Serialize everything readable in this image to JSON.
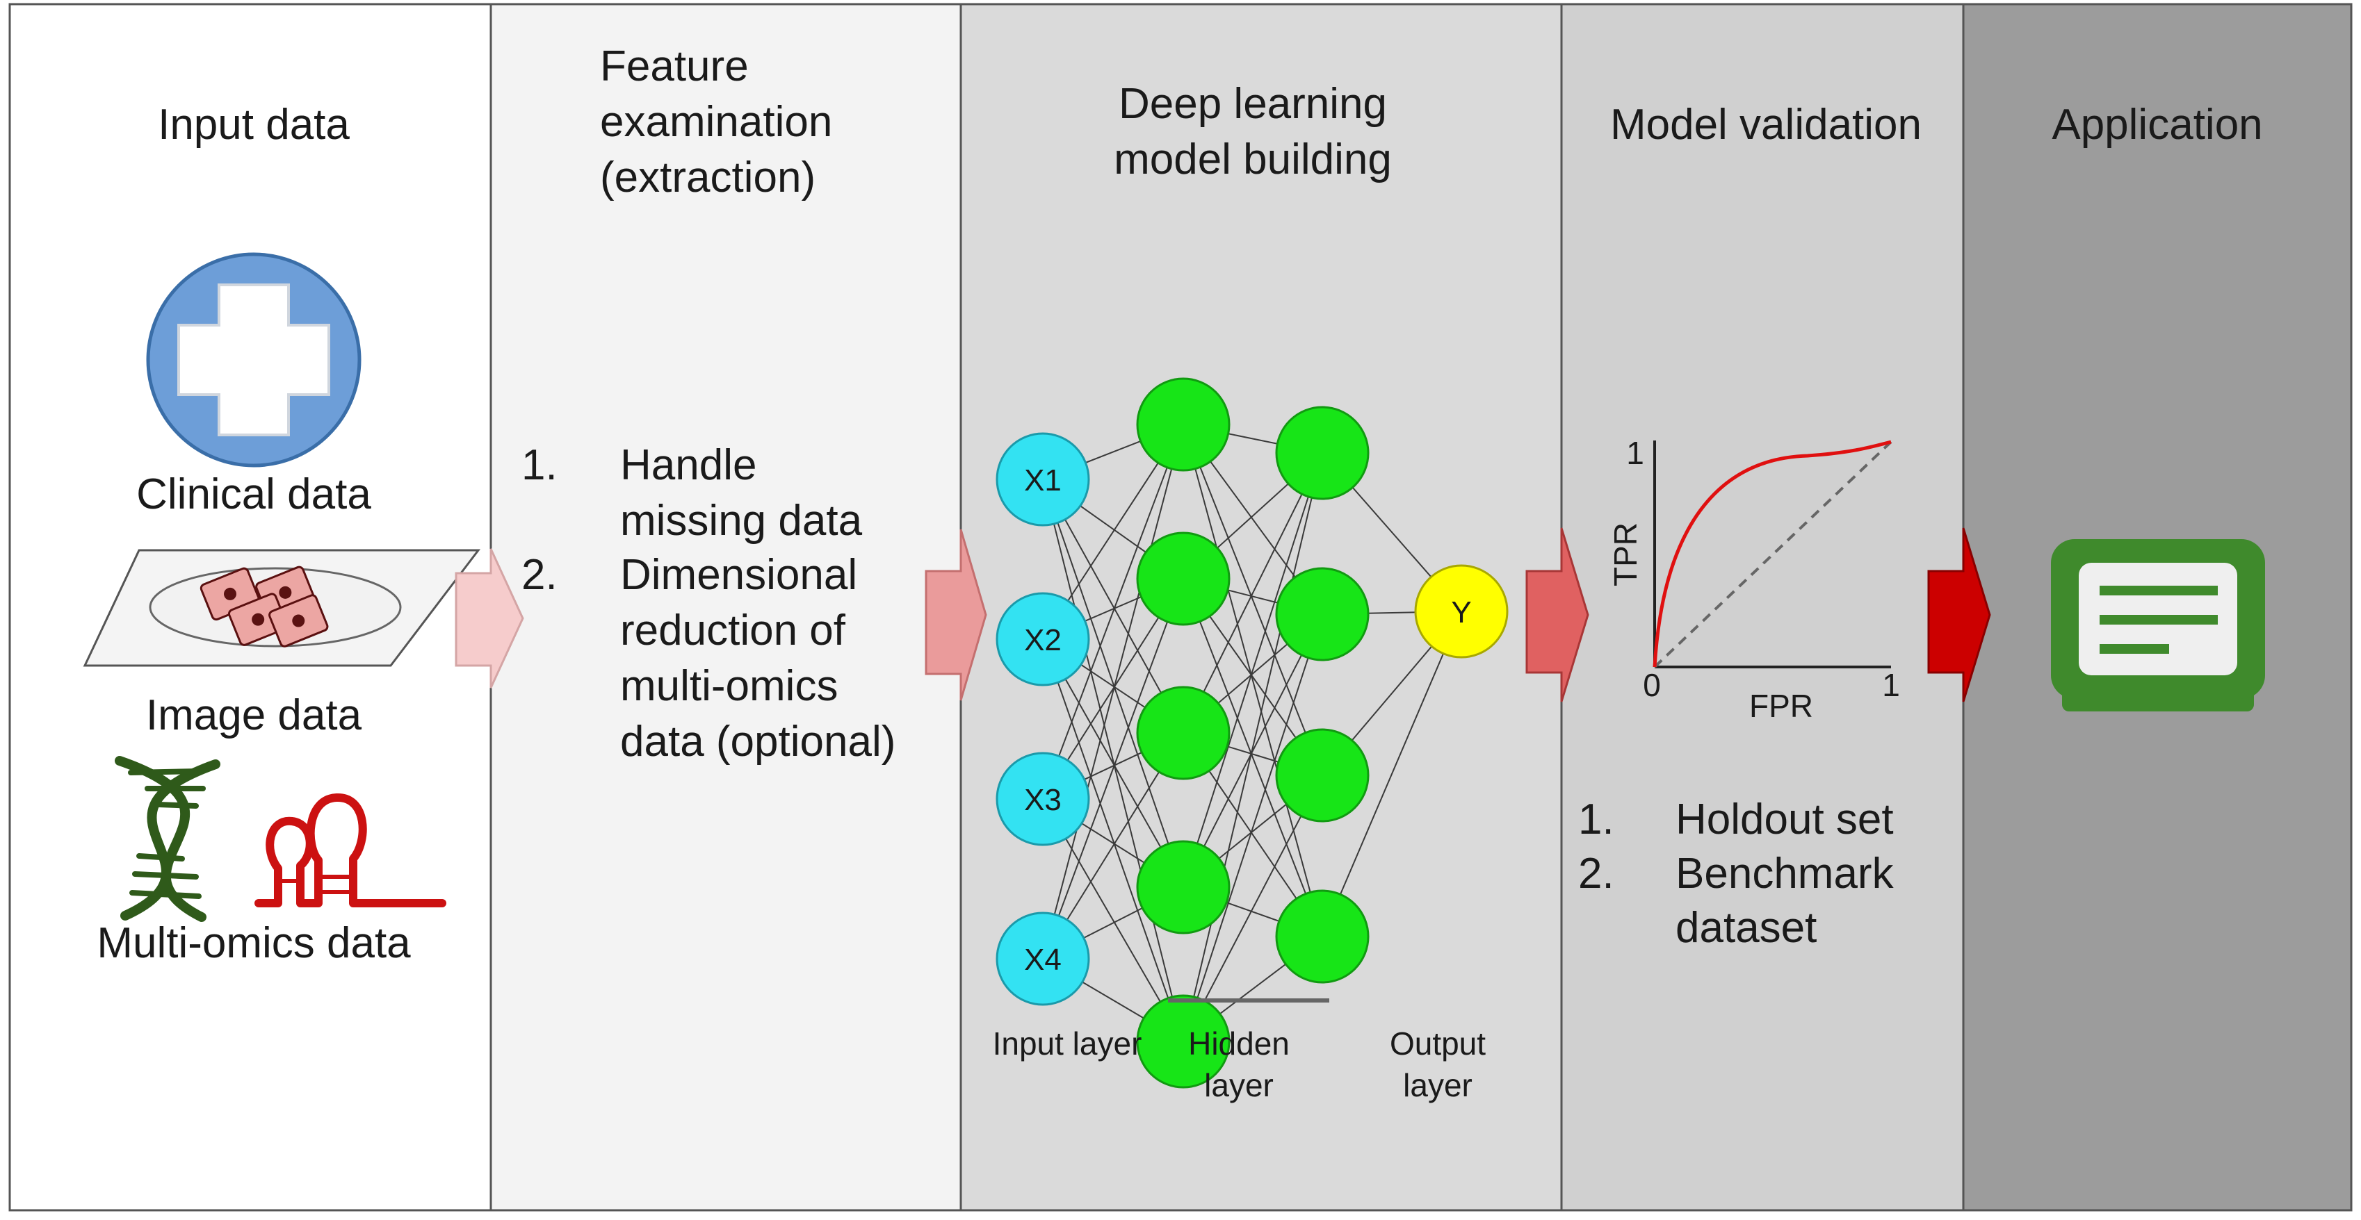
{
  "colors": {
    "panel_input": "#ffffff",
    "panel_feature": "#f3f3f3",
    "panel_model": "#dadada",
    "panel_validation": "#d0d0d0",
    "panel_application": "#9c9c9c",
    "panel_border": "#555555",
    "input_node": "#33e2f2",
    "hidden_node": "#17e517",
    "output_node": "#ffff00",
    "clinical_circle": "#6d9ed8",
    "dna": "#2f5a1a",
    "rna": "#cc1111",
    "roc_curve": "#e01010",
    "monitor": "#3f8a2c",
    "arrow_1": "#f6cccc",
    "arrow_2": "#ea9b9b",
    "arrow_3": "#e06161",
    "arrow_4": "#cc0000"
  },
  "panels": {
    "input": {
      "title": "Input data",
      "clinical_label": "Clinical data",
      "image_label": "Image data",
      "omics_label": "Multi-omics data",
      "icons": [
        "medical-cross-icon",
        "microscope-slide-icon",
        "dna-helix-icon",
        "rna-hairpin-icon"
      ]
    },
    "feature": {
      "title_line1": "Feature",
      "title_line2": "examination",
      "title_line3": "(extraction)",
      "items": [
        {
          "number": "1.",
          "lines": [
            "Handle",
            "missing data"
          ]
        },
        {
          "number": "2.",
          "lines": [
            "Dimensional",
            "reduction of",
            "multi-omics",
            "data (optional)"
          ]
        }
      ]
    },
    "model": {
      "title_line1": "Deep learning",
      "title_line2": "model building",
      "input_nodes": [
        "X1",
        "X2",
        "X3",
        "X4"
      ],
      "hidden_layer_1_count": 5,
      "hidden_layer_2_count": 4,
      "output_node": "Y",
      "input_layer_label": "Input layer",
      "hidden_layer_label_line1": "Hidden",
      "hidden_layer_label_line2": "layer",
      "output_layer_label_line1": "Output",
      "output_layer_label_line2": "layer"
    },
    "validation": {
      "title": "Model validation",
      "roc": {
        "y_axis_label": "TPR",
        "x_axis_label": "FPR",
        "y_max_label": "1",
        "origin_label": "0",
        "x_max_label": "1"
      },
      "items": [
        {
          "number": "1.",
          "lines": [
            "Holdout set"
          ]
        },
        {
          "number": "2.",
          "lines": [
            "Benchmark",
            "dataset"
          ]
        }
      ]
    },
    "application": {
      "title": "Application",
      "icon": "monitor-document-icon"
    }
  }
}
